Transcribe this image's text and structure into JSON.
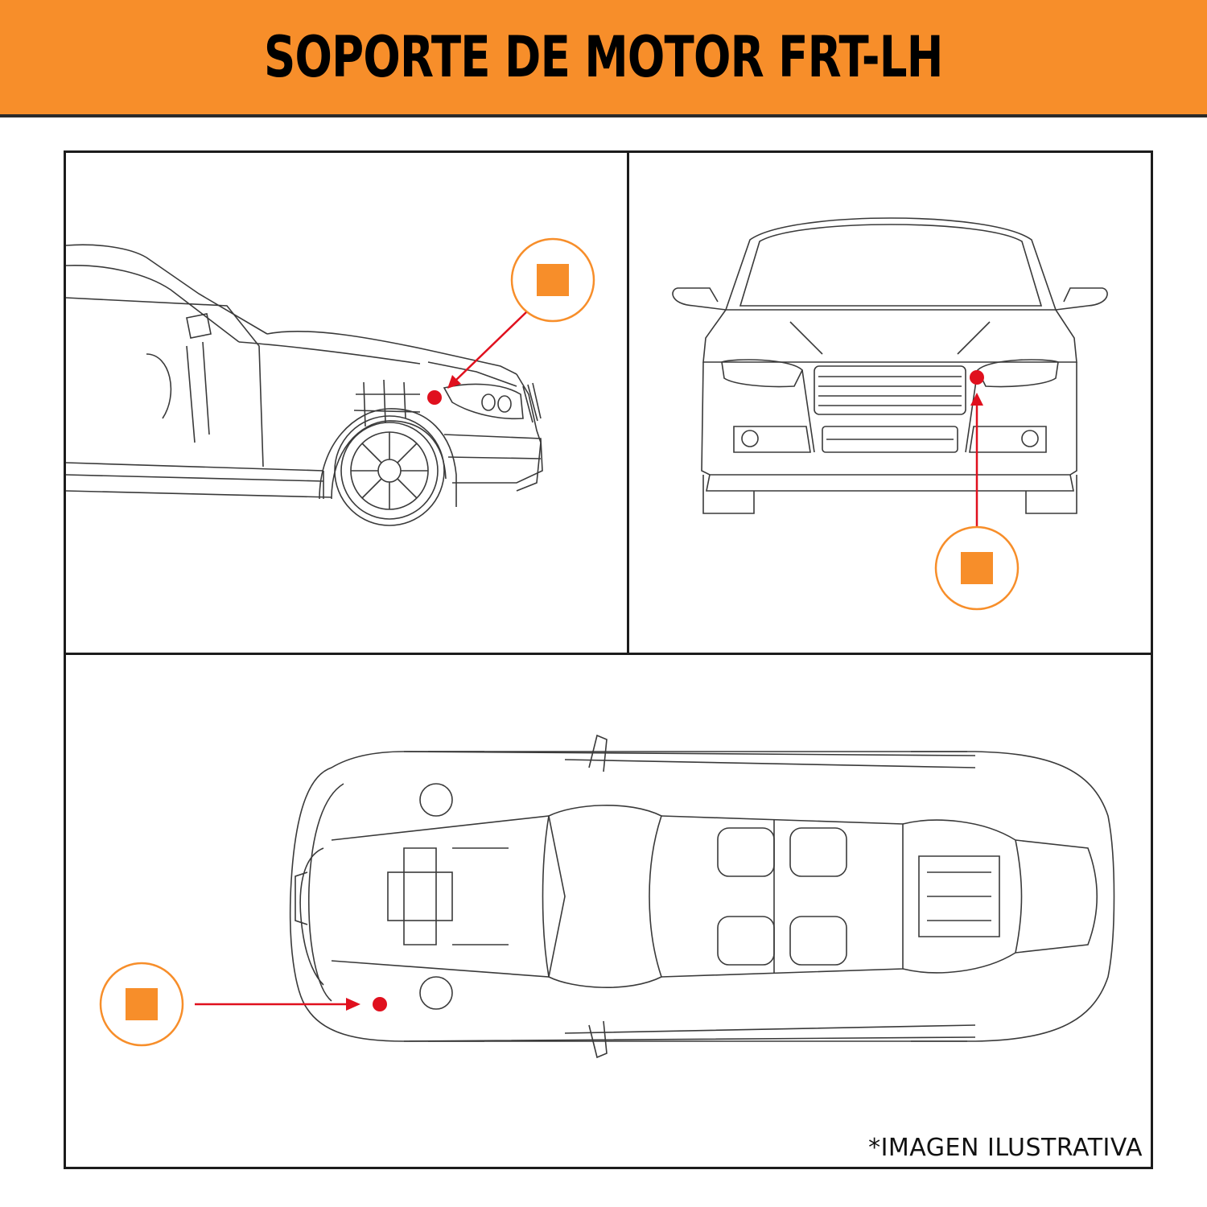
{
  "title": "SOPORTE DE MOTOR FRT-LH",
  "footnote": "*IMAGEN ILUSTRATIVA",
  "colors": {
    "header_bg": "#f78e2a",
    "marker_orange": "#f78e2a",
    "point_red": "#e0101e",
    "arrow_red": "#e0101e",
    "line_drawing": "#3a3a3a"
  },
  "views": [
    {
      "id": "side",
      "label": "side view, front-left fender area",
      "marker_icon": "orange-square-icon"
    },
    {
      "id": "front",
      "label": "front view, left headlight area",
      "marker_icon": "orange-square-icon"
    },
    {
      "id": "top",
      "label": "top view, front-left engine bay",
      "marker_icon": "orange-square-icon"
    }
  ]
}
